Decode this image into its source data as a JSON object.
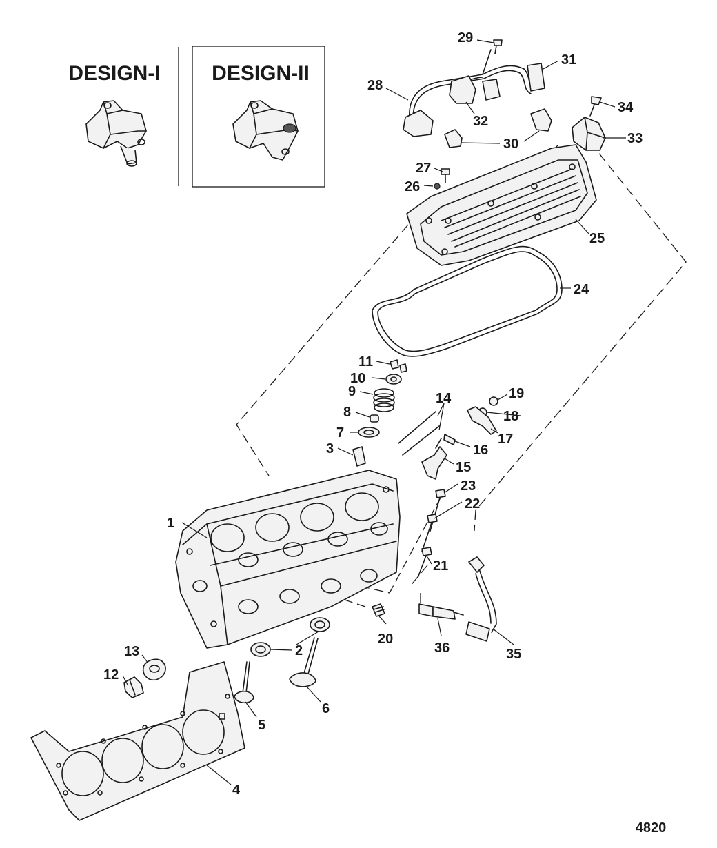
{
  "design_labels": [
    "DESIGN-I",
    "DESIGN-II"
  ],
  "figure_number": "4820",
  "callouts": [
    "1",
    "2",
    "2",
    "3",
    "4",
    "5",
    "6",
    "7",
    "8",
    "9",
    "10",
    "11",
    "12",
    "13",
    "14",
    "15",
    "16",
    "17",
    "18",
    "19",
    "20",
    "21",
    "22",
    "23",
    "24",
    "25",
    "26",
    "27",
    "28",
    "29",
    "30",
    "31",
    "32",
    "33",
    "34",
    "35",
    "36"
  ]
}
